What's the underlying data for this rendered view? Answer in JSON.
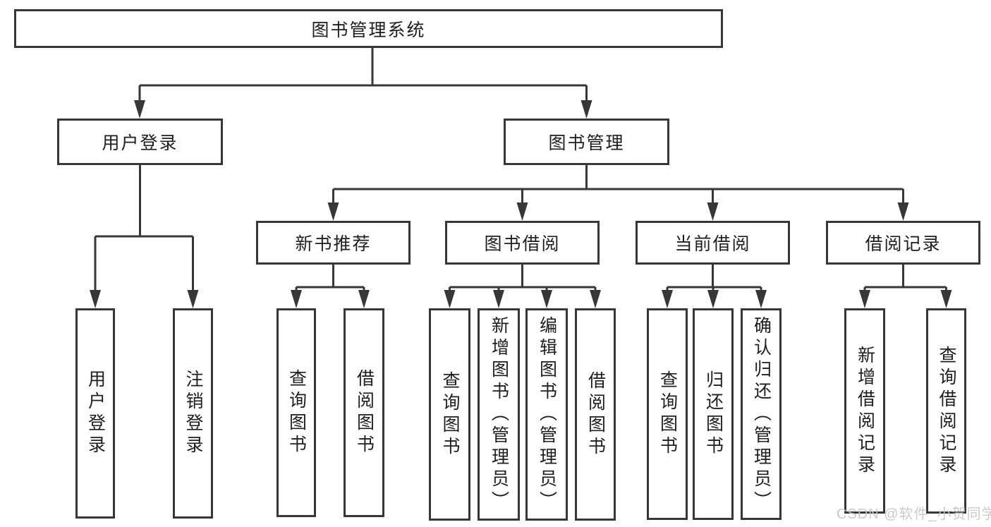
{
  "diagram": {
    "type": "hierarchy-tree",
    "root_key": "root"
  },
  "nodes": {
    "root": {
      "label": "图书管理系统"
    },
    "user_login": {
      "label": "用户登录"
    },
    "book_mgmt": {
      "label": "图书管理"
    },
    "new_book_rec": {
      "label": "新书推荐"
    },
    "book_borrow": {
      "label": "图书借阅"
    },
    "current_borrow": {
      "label": "当前借阅"
    },
    "borrow_record": {
      "label": "借阅记录"
    },
    "leaf_user_login": {
      "label": "用户登录"
    },
    "leaf_logout": {
      "label": "注销登录"
    },
    "leaf_query_books_rec": {
      "label": "查询图书"
    },
    "leaf_borrow_books_rec": {
      "label": "借阅图书"
    },
    "leaf_query_books_bb": {
      "label": "查询图书"
    },
    "leaf_add_books": {
      "label": "新增图书（管理员）"
    },
    "leaf_edit_books": {
      "label": "编辑图书（管理员）"
    },
    "leaf_borrow_books_bb": {
      "label": "借阅图书"
    },
    "leaf_query_books_cb": {
      "label": "查询图书"
    },
    "leaf_return_books": {
      "label": "归还图书"
    },
    "leaf_confirm_return": {
      "label": "确认归还（管理员）"
    },
    "leaf_add_borrow_record": {
      "label": "新增借阅记录"
    },
    "leaf_query_borrow_record": {
      "label": "查询借阅记录"
    }
  },
  "edges": [
    [
      "root",
      "user_login"
    ],
    [
      "root",
      "book_mgmt"
    ],
    [
      "user_login",
      "leaf_user_login"
    ],
    [
      "user_login",
      "leaf_logout"
    ],
    [
      "book_mgmt",
      "new_book_rec"
    ],
    [
      "book_mgmt",
      "book_borrow"
    ],
    [
      "book_mgmt",
      "current_borrow"
    ],
    [
      "book_mgmt",
      "borrow_record"
    ],
    [
      "new_book_rec",
      "leaf_query_books_rec"
    ],
    [
      "new_book_rec",
      "leaf_borrow_books_rec"
    ],
    [
      "book_borrow",
      "leaf_query_books_bb"
    ],
    [
      "book_borrow",
      "leaf_add_books"
    ],
    [
      "book_borrow",
      "leaf_edit_books"
    ],
    [
      "book_borrow",
      "leaf_borrow_books_bb"
    ],
    [
      "current_borrow",
      "leaf_query_books_cb"
    ],
    [
      "current_borrow",
      "leaf_return_books"
    ],
    [
      "current_borrow",
      "leaf_confirm_return"
    ],
    [
      "borrow_record",
      "leaf_add_borrow_record"
    ],
    [
      "borrow_record",
      "leaf_query_borrow_record"
    ]
  ],
  "watermark": {
    "text": "CSDN @软件_小贺同学"
  },
  "colors": {
    "line": "#373737",
    "text": "#1e1e1e",
    "background": "#ffffff",
    "watermark": "#c6c6c6"
  }
}
